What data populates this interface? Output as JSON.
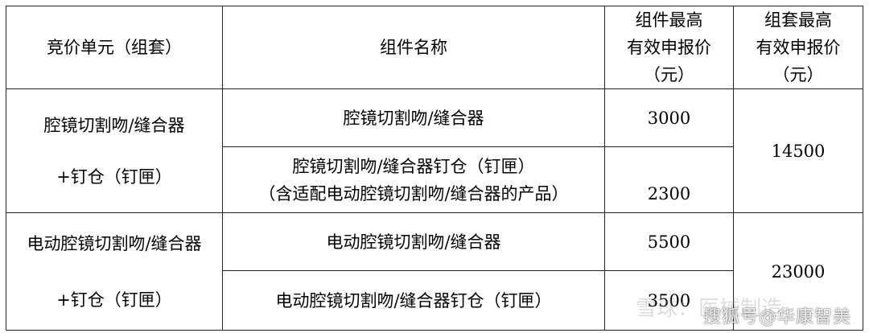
{
  "header": {
    "col_unit": "竞价单元（组套）",
    "col_component": "组件名称",
    "col_component_price": [
      "组件最高",
      "有效申报价",
      "（元）"
    ],
    "col_set_price": [
      "组套最高",
      "有效申报价",
      "（元）"
    ]
  },
  "units": [
    {
      "name": [
        "腔镜切割吻/缝合器",
        "+钉仓（钉匣）"
      ],
      "set_price": "14500",
      "components": [
        {
          "name": [
            "腔镜切割吻/缝合器"
          ],
          "price": "3000"
        },
        {
          "name": [
            "腔镜切割吻/缝合器钉仓（钉匣）",
            "（含适配电动腔镜切割吻/缝合器的产品）"
          ],
          "price": "2300"
        }
      ]
    },
    {
      "name": [
        "电动腔镜切割吻/缝合器",
        "+钉仓（钉匣）"
      ],
      "set_price": "23000",
      "components": [
        {
          "name": [
            "电动腔镜切割吻/缝合器"
          ],
          "price": "5500"
        },
        {
          "name": [
            "电动腔镜切割吻/缝合器钉仓（钉匣）"
          ],
          "price": "3500"
        }
      ]
    }
  ],
  "watermarks": {
    "faint": "雪球：医械制造",
    "source": "搜狐号@华康智美"
  }
}
